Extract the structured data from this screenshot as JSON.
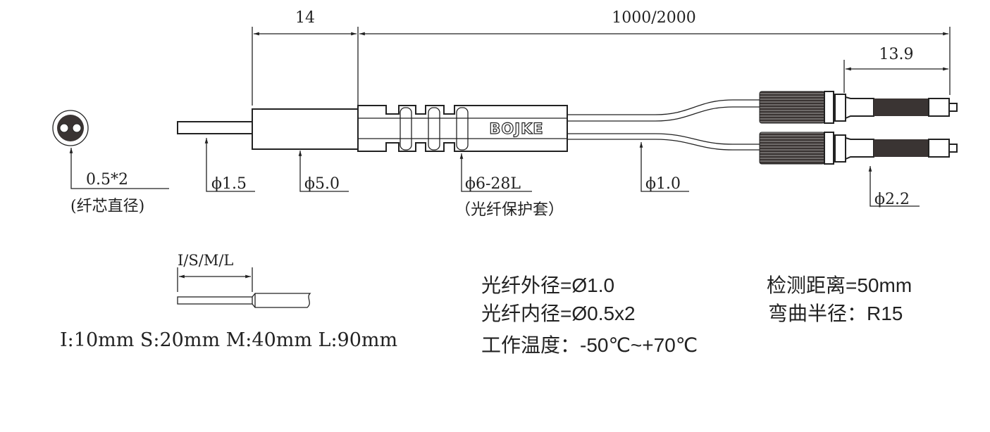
{
  "dimensions": {
    "top_left": "14",
    "top_total": "1000/2000",
    "connector_length": "13.9"
  },
  "callouts": {
    "core_diameter_value": "0.5*2",
    "core_diameter_label": "(纤芯直径)",
    "tip_diameter": "ϕ1.5",
    "sleeve_diameter": "ϕ5.0",
    "protector": "ϕ6-28L",
    "protector_label": "（光纤保护套）",
    "cable_diameter": "ϕ1.0",
    "connector_diameter": "ϕ2.2"
  },
  "brand": "BOJKE",
  "tip_length": {
    "label": "I/S/M/L",
    "options": "I:10mm S:20mm M:40mm L:90mm"
  },
  "specs": {
    "outer_diameter": "光纤外径=Ø1.0",
    "inner_diameter": "光纤内径=Ø0.5x2",
    "temperature": "工作温度：-50℃~+70℃",
    "detect_distance": "检测距离=50mm",
    "bend_radius": "弯曲半径：R15"
  }
}
